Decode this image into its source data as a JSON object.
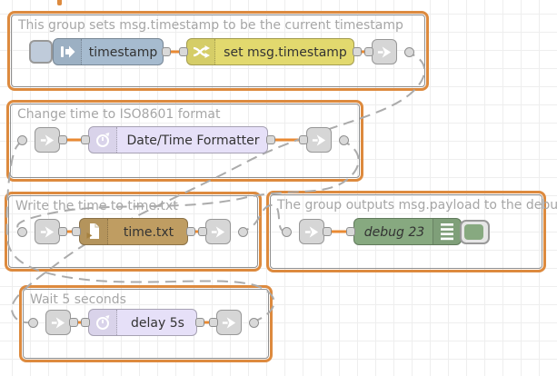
{
  "app": {
    "name": "Node-RED flow editor workspace"
  },
  "colors": {
    "group_border": "#DD8A3E",
    "group_inner_border": "#8F8F8F",
    "group_label": "#A6A6A6",
    "wire": "#E98A33",
    "link_wire": "#ABABAB",
    "port_fill": "#D9D9D9",
    "port_border": "#8F8F8F",
    "node_label": "#333333",
    "canvas_bg": "#FFFFFF",
    "canvas_grid": "#EEEEEE"
  },
  "groups": [
    {
      "id": "g1",
      "label": "This group sets msg.timestamp to be the current timestamp"
    },
    {
      "id": "g2",
      "label": "Change time to ISO8601 format"
    },
    {
      "id": "g3",
      "label": "Write the time to time.txt"
    },
    {
      "id": "g4",
      "label": "The group outputs msg.payload to the debug"
    },
    {
      "id": "g5",
      "label": "Wait 5 seconds"
    }
  ],
  "nodes": [
    {
      "id": "inject",
      "kind": "inject",
      "label": "timestamp",
      "color": "#A6BBCF",
      "icon": "inject-arrow-icon",
      "has_button": true
    },
    {
      "id": "change",
      "kind": "change",
      "label": "set msg.timestamp",
      "color": "#E2D96E",
      "icon": "shuffle-icon"
    },
    {
      "id": "linkout1",
      "kind": "link-out",
      "label": "",
      "color": "#D6D6D6",
      "icon": "link-arrow-icon"
    },
    {
      "id": "linkin2",
      "kind": "link-in",
      "label": "",
      "color": "#D6D6D6",
      "icon": "link-arrow-icon"
    },
    {
      "id": "formatter",
      "kind": "function",
      "label": "Date/Time Formatter",
      "color": "#E6E0F8",
      "icon": "timer-icon"
    },
    {
      "id": "linkout2",
      "kind": "link-out",
      "label": "",
      "color": "#D6D6D6",
      "icon": "link-arrow-icon"
    },
    {
      "id": "linkin3",
      "kind": "link-in",
      "label": "",
      "color": "#D6D6D6",
      "icon": "link-arrow-icon"
    },
    {
      "id": "file",
      "kind": "file",
      "label": "time.txt",
      "color": "#BF9D62",
      "icon": "file-icon"
    },
    {
      "id": "linkout3",
      "kind": "link-out",
      "label": "",
      "color": "#D6D6D6",
      "icon": "link-arrow-icon"
    },
    {
      "id": "linkin4",
      "kind": "link-in",
      "label": "",
      "color": "#D6D6D6",
      "icon": "link-arrow-icon"
    },
    {
      "id": "debug",
      "kind": "debug",
      "label": "debug 23",
      "color": "#87A980",
      "icon": "debug-list-icon",
      "has_button": true,
      "italic": true
    },
    {
      "id": "linkin5",
      "kind": "link-in",
      "label": "",
      "color": "#D6D6D6",
      "icon": "link-arrow-icon"
    },
    {
      "id": "delay",
      "kind": "delay",
      "label": "delay 5s",
      "color": "#E6E0F8",
      "icon": "timer-icon"
    },
    {
      "id": "linkout5",
      "kind": "link-out",
      "label": "",
      "color": "#D6D6D6",
      "icon": "link-arrow-icon"
    }
  ]
}
